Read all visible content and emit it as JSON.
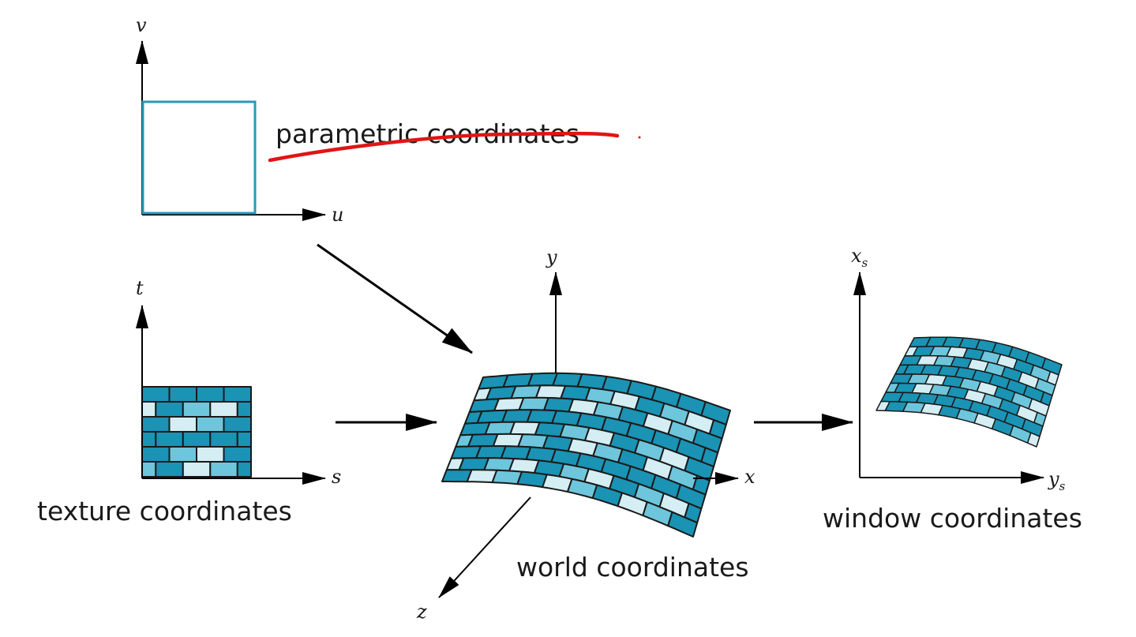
{
  "labels": {
    "parametric": "parametric coordinates",
    "texture": "texture coordinates",
    "world": "world coordinates",
    "window": "window coordinates"
  },
  "axes": {
    "u": "u",
    "v": "v",
    "s": "s",
    "t": "t",
    "x": "x",
    "y": "y",
    "z": "z",
    "xs_base": "x",
    "xs_sub": "s",
    "ys_base": "y",
    "ys_sub": "s"
  },
  "colors": {
    "brick_dark": "#1a93b4",
    "brick_mid": "#6ec6dc",
    "brick_light": "#d4eef4",
    "mortar": "#1a1a1a",
    "square_outline": "#2a97b8",
    "strike": "#e01515",
    "ink": "#000000"
  },
  "texture_grid": {
    "rows": 6,
    "cols": 4
  },
  "world_patch": {
    "rows": 9,
    "cols": 10
  },
  "window_patch": {
    "rows": 8,
    "cols": 9
  }
}
